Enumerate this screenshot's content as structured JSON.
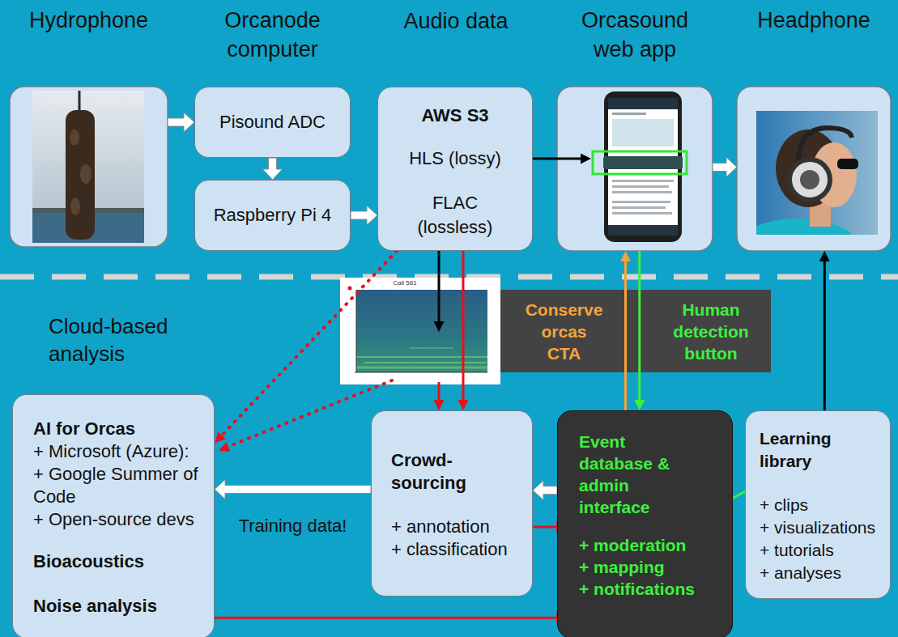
{
  "diagram": {
    "nodes": [
      {
        "text": [
          "Hydrophone"
        ]
      },
      {
        "text": [
          "Pisound ADC"
        ]
      },
      {
        "text": [
          "Raspberry Pi 4"
        ]
      },
      {
        "text": [
          "Audio data",
          "AWS S3",
          "HLS (lossy)",
          "FLAC (lossless)"
        ]
      },
      {
        "text": [
          "Orcasound web app"
        ]
      },
      {
        "text": [
          "Headphone"
        ]
      },
      {
        "text": [
          "Conserve orcas CTA",
          "Human detection button"
        ]
      },
      {
        "text": [
          "AI for Orcas",
          "+ Microsoft (Azure):",
          "+ Google Summer of Code",
          "+ Open-source devs",
          "Bioacoustics",
          "Noise analysis"
        ]
      },
      {
        "text": [
          "Crowd- sourcing",
          "+ annotation",
          "+ classification"
        ]
      },
      {
        "text": [
          "Event database & admin interface",
          "+ moderation",
          "+ mapping",
          "+ notifications"
        ]
      },
      {
        "text": [
          "Learning library",
          "+ clips",
          "+ visualizations",
          "+ tutorials",
          "+ analyses"
        ]
      }
    ],
    "edges": [
      {
        "from": 0,
        "to": 1,
        "arrow": "to"
      },
      {
        "from": 1,
        "to": 2,
        "arrow": "to"
      },
      {
        "from": 2,
        "to": 3,
        "arrow": "to"
      },
      {
        "from": 3,
        "to": 4,
        "arrow": "to"
      },
      {
        "from": 4,
        "to": 5,
        "arrow": "to"
      },
      {
        "from": 3,
        "to": 8,
        "arrow": "to"
      },
      {
        "from": 3,
        "to": 8,
        "arrow": "to"
      },
      {
        "from": 3,
        "to": 7,
        "arrow": "to"
      },
      {
        "from": 8,
        "to": 7,
        "label": "Training data!",
        "arrow": "to"
      },
      {
        "from": 8,
        "to": 9,
        "arrow": "to"
      },
      {
        "from": 9,
        "to": 8,
        "arrow": "to"
      },
      {
        "from": 7,
        "to": 9,
        "arrow": "to"
      },
      {
        "from": 4,
        "to": 9,
        "arrow": "to"
      },
      {
        "from": 9,
        "to": 4,
        "arrow": "to"
      },
      {
        "from": 9,
        "to": 10,
        "arrow": "to"
      },
      {
        "from": 10,
        "to": 5,
        "arrow": "to"
      }
    ],
    "labels": [
      "Orcanode computer",
      "Cloud-based analysis",
      "Call 581"
    ]
  }
}
